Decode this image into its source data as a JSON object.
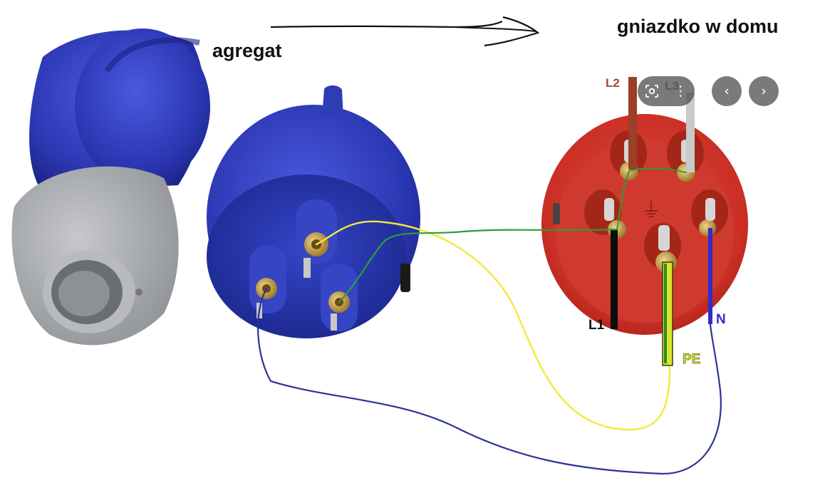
{
  "labels": {
    "generator": "agregat",
    "home_socket": "gniazdko w domu"
  },
  "wire_labels": {
    "l1": "L1",
    "l2": "L2",
    "l3": "L3",
    "n": "N",
    "pe": "PE"
  },
  "overlay_controls": {
    "lens_icon": "lens-icon",
    "more_icon": "more-vertical-icon",
    "prev_glyph": "‹",
    "next_glyph": "›",
    "more_glyph": "⋮"
  },
  "colors": {
    "plug_blue": "#2f3fbf",
    "socket_red": "#d4352b",
    "grey_body": "#a9abae",
    "wire_yellow": "#f2e93a",
    "wire_green": "#2e9a3a",
    "wire_blue": "#2c3594",
    "wire_black": "#0d0d0d",
    "wire_brown": "#9b3f25",
    "wire_grey": "#c9c9c9",
    "pe_yellow_green": "#d8e62a"
  }
}
